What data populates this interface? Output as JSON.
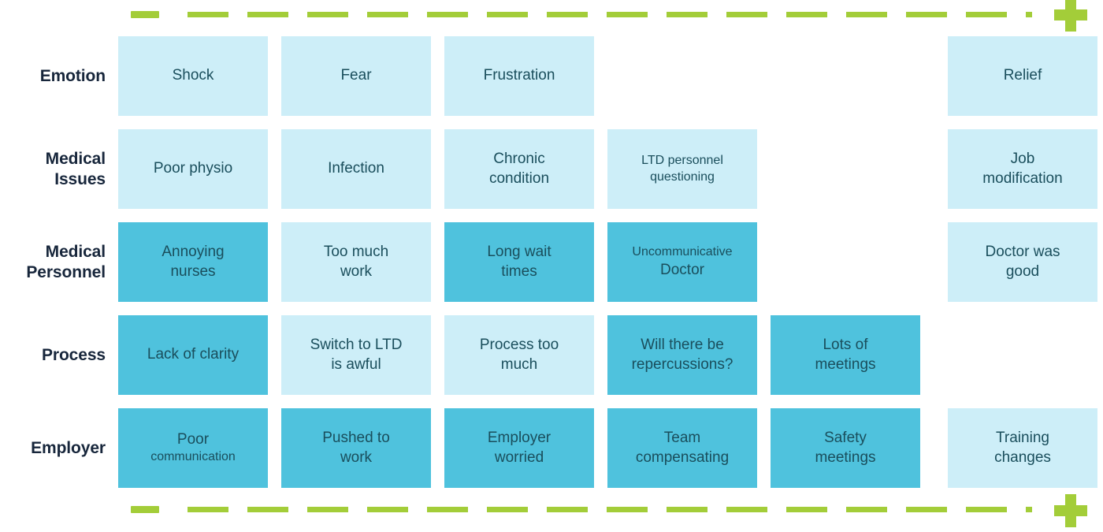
{
  "decor": {
    "accent_color": "#a3cd39",
    "top_lead_dash": "solid-dash",
    "top_dashed_rule": "dashed-rule",
    "top_plus_icon": "plus-icon",
    "bottom_lead_dash": "solid-dash",
    "bottom_dashed_rule": "dashed-rule",
    "bottom_plus_icon": "plus-icon"
  },
  "colors": {
    "cell_light": "#cdeef8",
    "cell_dark": "#4fc2dd",
    "cell_text": "#1a4e5c",
    "row_label_text": "#17263b",
    "accent_green": "#a3cd39",
    "background": "#ffffff"
  },
  "matrix": {
    "rows": [
      {
        "label": "Emotion",
        "cells": [
          {
            "lines": [
              {
                "text": "Shock",
                "size": "md"
              }
            ],
            "fill": "light"
          },
          {
            "lines": [
              {
                "text": "Fear",
                "size": "md"
              }
            ],
            "fill": "light"
          },
          {
            "lines": [
              {
                "text": "Frustration",
                "size": "md"
              }
            ],
            "fill": "light"
          },
          {
            "lines": [],
            "fill": "empty"
          },
          {
            "lines": [],
            "fill": "empty"
          },
          {
            "lines": [
              {
                "text": "Relief",
                "size": "md"
              }
            ],
            "fill": "light"
          }
        ]
      },
      {
        "label": "Medical Issues",
        "cells": [
          {
            "lines": [
              {
                "text": "Poor physio",
                "size": "md"
              }
            ],
            "fill": "light"
          },
          {
            "lines": [
              {
                "text": "Infection",
                "size": "md"
              }
            ],
            "fill": "light"
          },
          {
            "lines": [
              {
                "text": "Chronic",
                "size": "md"
              },
              {
                "text": "condition",
                "size": "md"
              }
            ],
            "fill": "light"
          },
          {
            "lines": [
              {
                "text": "LTD personnel",
                "size": "sm"
              },
              {
                "text": "questioning",
                "size": "sm"
              }
            ],
            "fill": "light"
          },
          {
            "lines": [],
            "fill": "empty"
          },
          {
            "lines": [
              {
                "text": "Job",
                "size": "md"
              },
              {
                "text": "modification",
                "size": "md"
              }
            ],
            "fill": "light"
          }
        ]
      },
      {
        "label": "Medical Personnel",
        "cells": [
          {
            "lines": [
              {
                "text": "Annoying",
                "size": "md"
              },
              {
                "text": "nurses",
                "size": "md"
              }
            ],
            "fill": "dark"
          },
          {
            "lines": [
              {
                "text": "Too much",
                "size": "md"
              },
              {
                "text": "work",
                "size": "md"
              }
            ],
            "fill": "light"
          },
          {
            "lines": [
              {
                "text": "Long wait",
                "size": "md"
              },
              {
                "text": "times",
                "size": "md"
              }
            ],
            "fill": "dark"
          },
          {
            "lines": [
              {
                "text": "Uncommunicative",
                "size": "sm"
              },
              {
                "text": "Doctor",
                "size": "md"
              }
            ],
            "fill": "dark"
          },
          {
            "lines": [],
            "fill": "empty"
          },
          {
            "lines": [
              {
                "text": "Doctor was",
                "size": "md"
              },
              {
                "text": "good",
                "size": "md"
              }
            ],
            "fill": "light"
          }
        ]
      },
      {
        "label": "Process",
        "cells": [
          {
            "lines": [
              {
                "text": "Lack of clarity",
                "size": "md"
              }
            ],
            "fill": "dark"
          },
          {
            "lines": [
              {
                "text": "Switch to LTD",
                "size": "md"
              },
              {
                "text": "is awful",
                "size": "md"
              }
            ],
            "fill": "light"
          },
          {
            "lines": [
              {
                "text": "Process too",
                "size": "md"
              },
              {
                "text": "much",
                "size": "md"
              }
            ],
            "fill": "light"
          },
          {
            "lines": [
              {
                "text": "Will there be",
                "size": "md"
              },
              {
                "text": "repercussions?",
                "size": "md"
              }
            ],
            "fill": "dark"
          },
          {
            "lines": [
              {
                "text": "Lots of",
                "size": "md"
              },
              {
                "text": "meetings",
                "size": "md"
              }
            ],
            "fill": "dark"
          },
          {
            "lines": [],
            "fill": "empty"
          }
        ]
      },
      {
        "label": "Employer",
        "cells": [
          {
            "lines": [
              {
                "text": "Poor",
                "size": "md"
              },
              {
                "text": "communication",
                "size": "sm"
              }
            ],
            "fill": "dark"
          },
          {
            "lines": [
              {
                "text": "Pushed to",
                "size": "md"
              },
              {
                "text": "work",
                "size": "md"
              }
            ],
            "fill": "dark"
          },
          {
            "lines": [
              {
                "text": "Employer",
                "size": "md"
              },
              {
                "text": "worried",
                "size": "md"
              }
            ],
            "fill": "dark"
          },
          {
            "lines": [
              {
                "text": "Team",
                "size": "md"
              },
              {
                "text": "compensating",
                "size": "md"
              }
            ],
            "fill": "dark"
          },
          {
            "lines": [
              {
                "text": "Safety",
                "size": "md"
              },
              {
                "text": "meetings",
                "size": "md"
              }
            ],
            "fill": "dark"
          },
          {
            "lines": [
              {
                "text": "Training",
                "size": "md"
              },
              {
                "text": "changes",
                "size": "md"
              }
            ],
            "fill": "light"
          }
        ]
      }
    ]
  }
}
